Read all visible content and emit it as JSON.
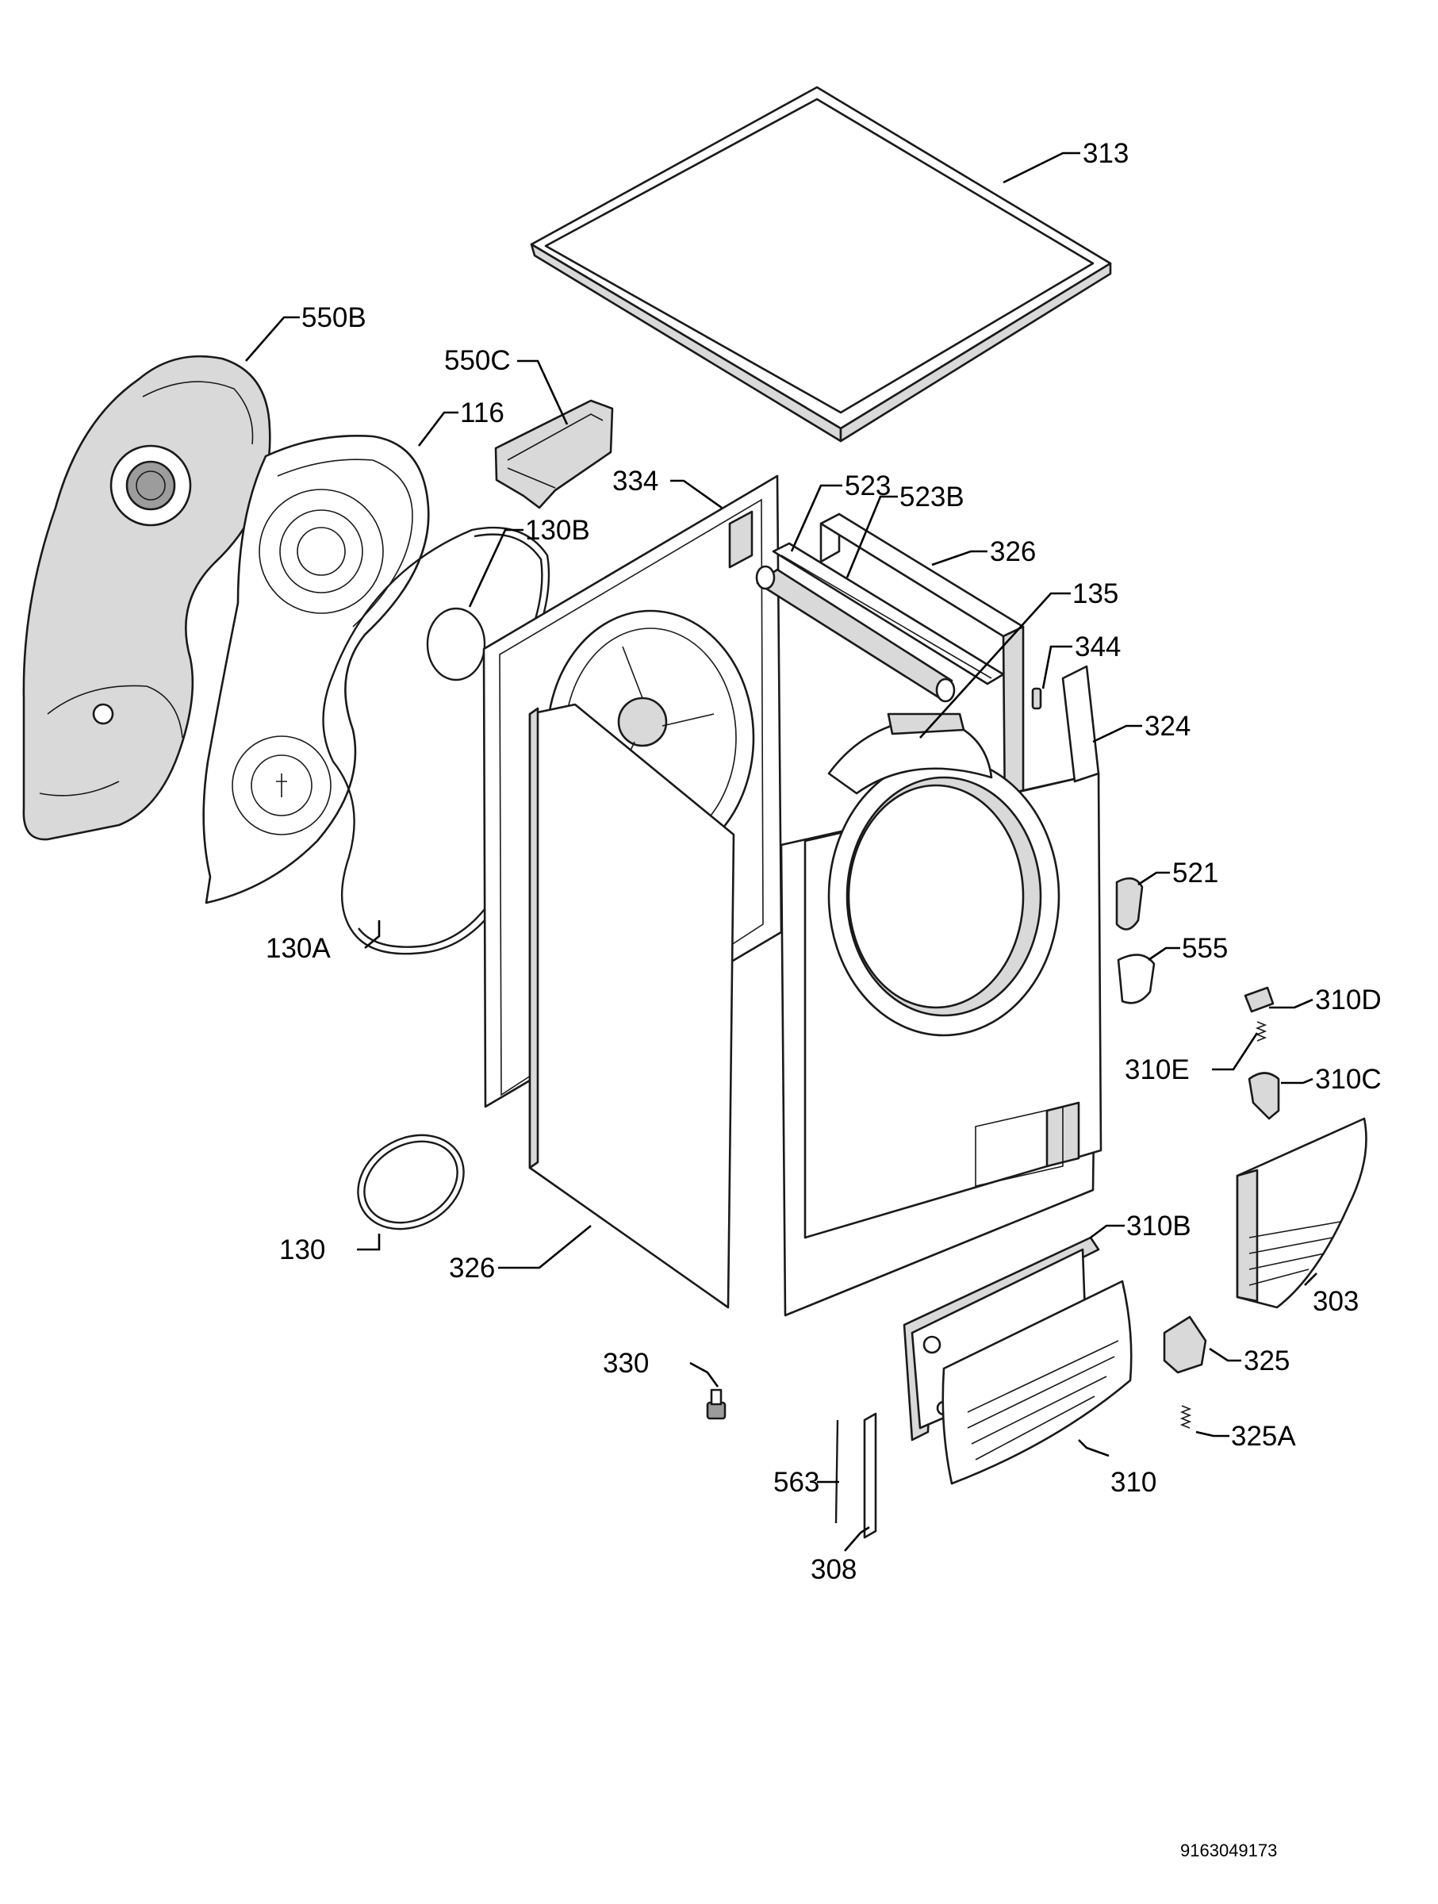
{
  "labels": {
    "l313": "313",
    "l550B": "550B",
    "l550C": "550C",
    "l116": "116",
    "l334": "334",
    "l523": "523",
    "l523B": "523B",
    "l130B": "130B",
    "l326top": "326",
    "l135": "135",
    "l344": "344",
    "l324": "324",
    "l521": "521",
    "l555": "555",
    "l310D": "310D",
    "l310E": "310E",
    "l310C": "310C",
    "l130A": "130A",
    "l130": "130",
    "l326": "326",
    "l310B": "310B",
    "l303": "303",
    "l325": "325",
    "l330": "330",
    "l325A": "325A",
    "l563": "563",
    "l310": "310",
    "l308": "308"
  },
  "document_number": "9163049173"
}
